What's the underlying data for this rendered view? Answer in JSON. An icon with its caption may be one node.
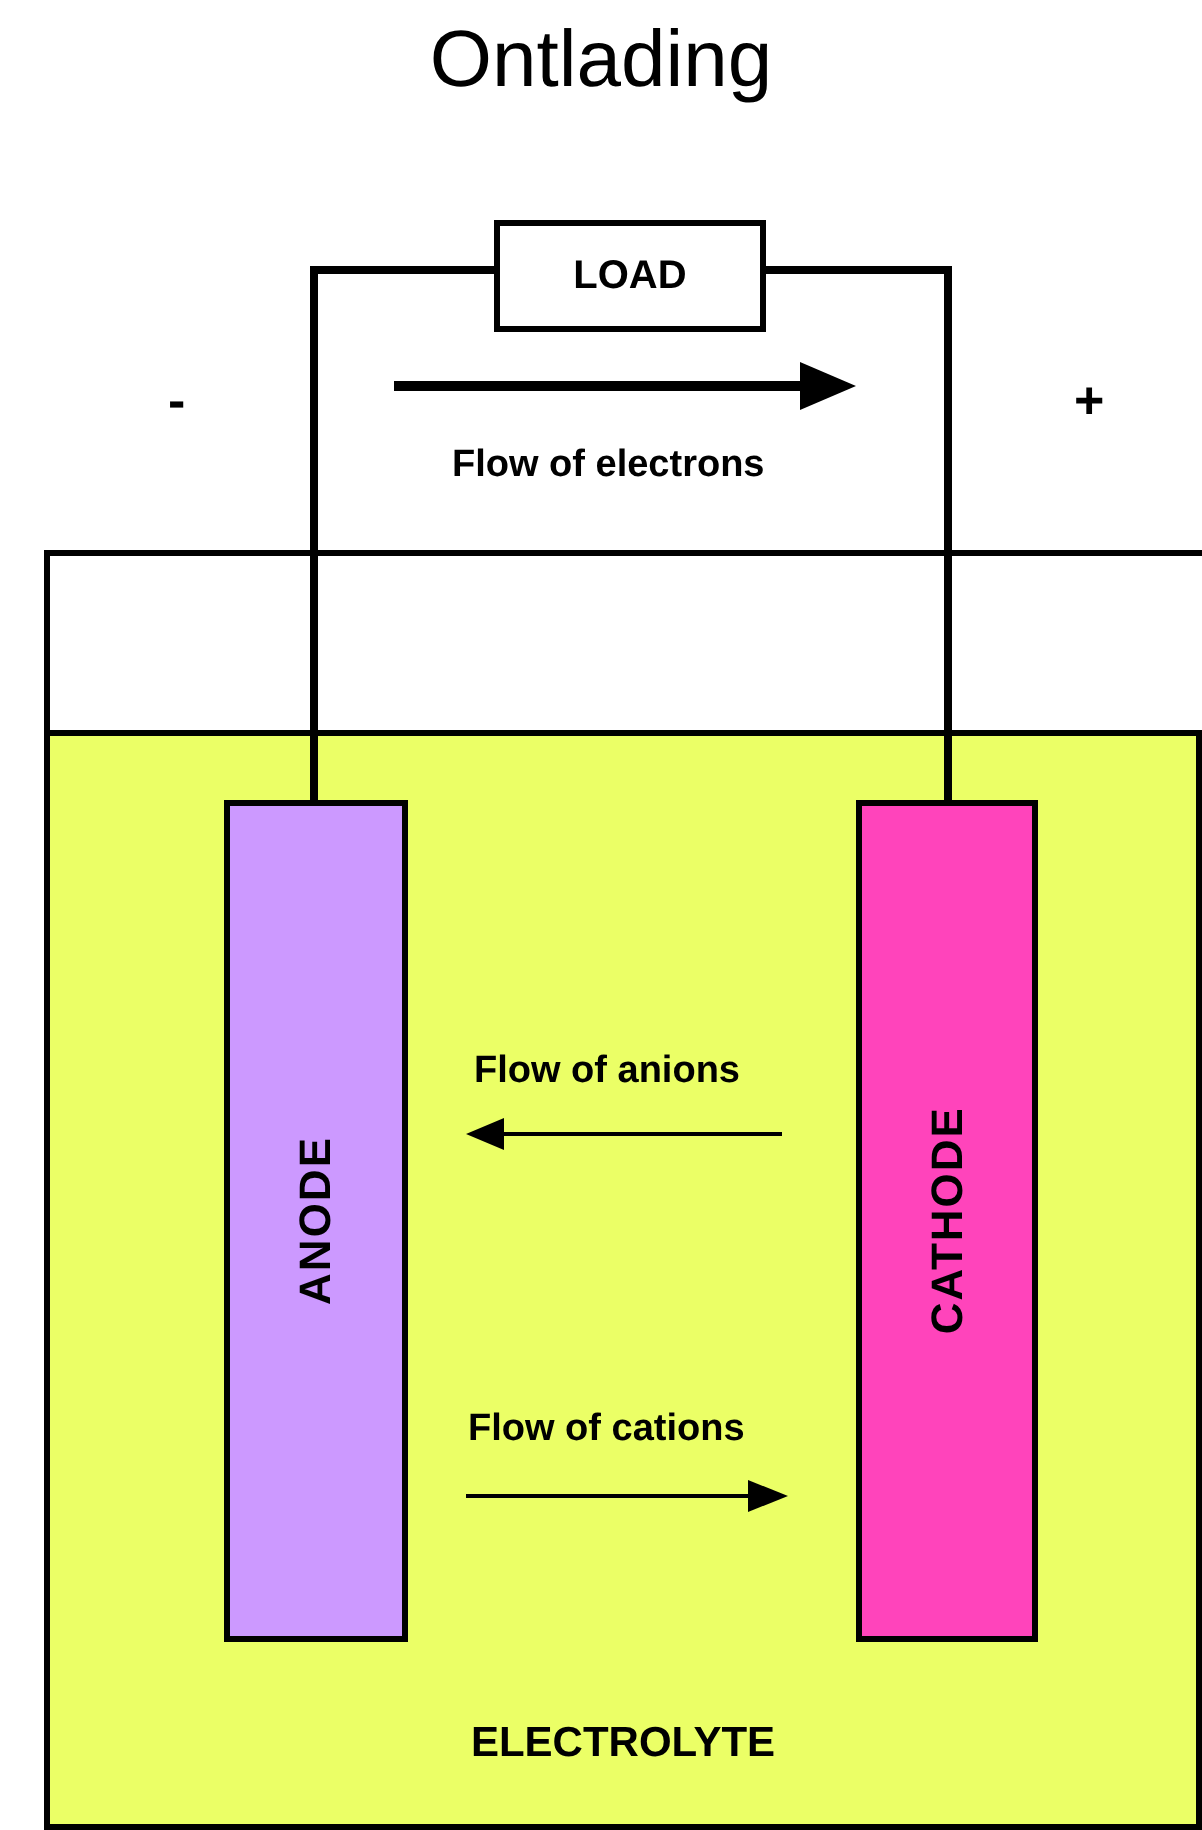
{
  "diagram": {
    "title": "Ontlading",
    "nodes": [
      {
        "text": [
          "LOAD"
        ]
      },
      {
        "text": [
          "ELECTROLYTE"
        ]
      },
      {
        "text": [
          "ANODE"
        ],
        "in": 1
      },
      {
        "text": [
          "CATHODE"
        ],
        "in": 1
      }
    ],
    "edges": [
      {
        "from": 2,
        "to": 0,
        "arrow": "none"
      },
      {
        "from": 0,
        "to": 3,
        "arrow": "none"
      }
    ],
    "labels": [
      "-",
      "+",
      "Flow of electrons",
      "Flow of anions",
      "Flow of cations"
    ]
  }
}
